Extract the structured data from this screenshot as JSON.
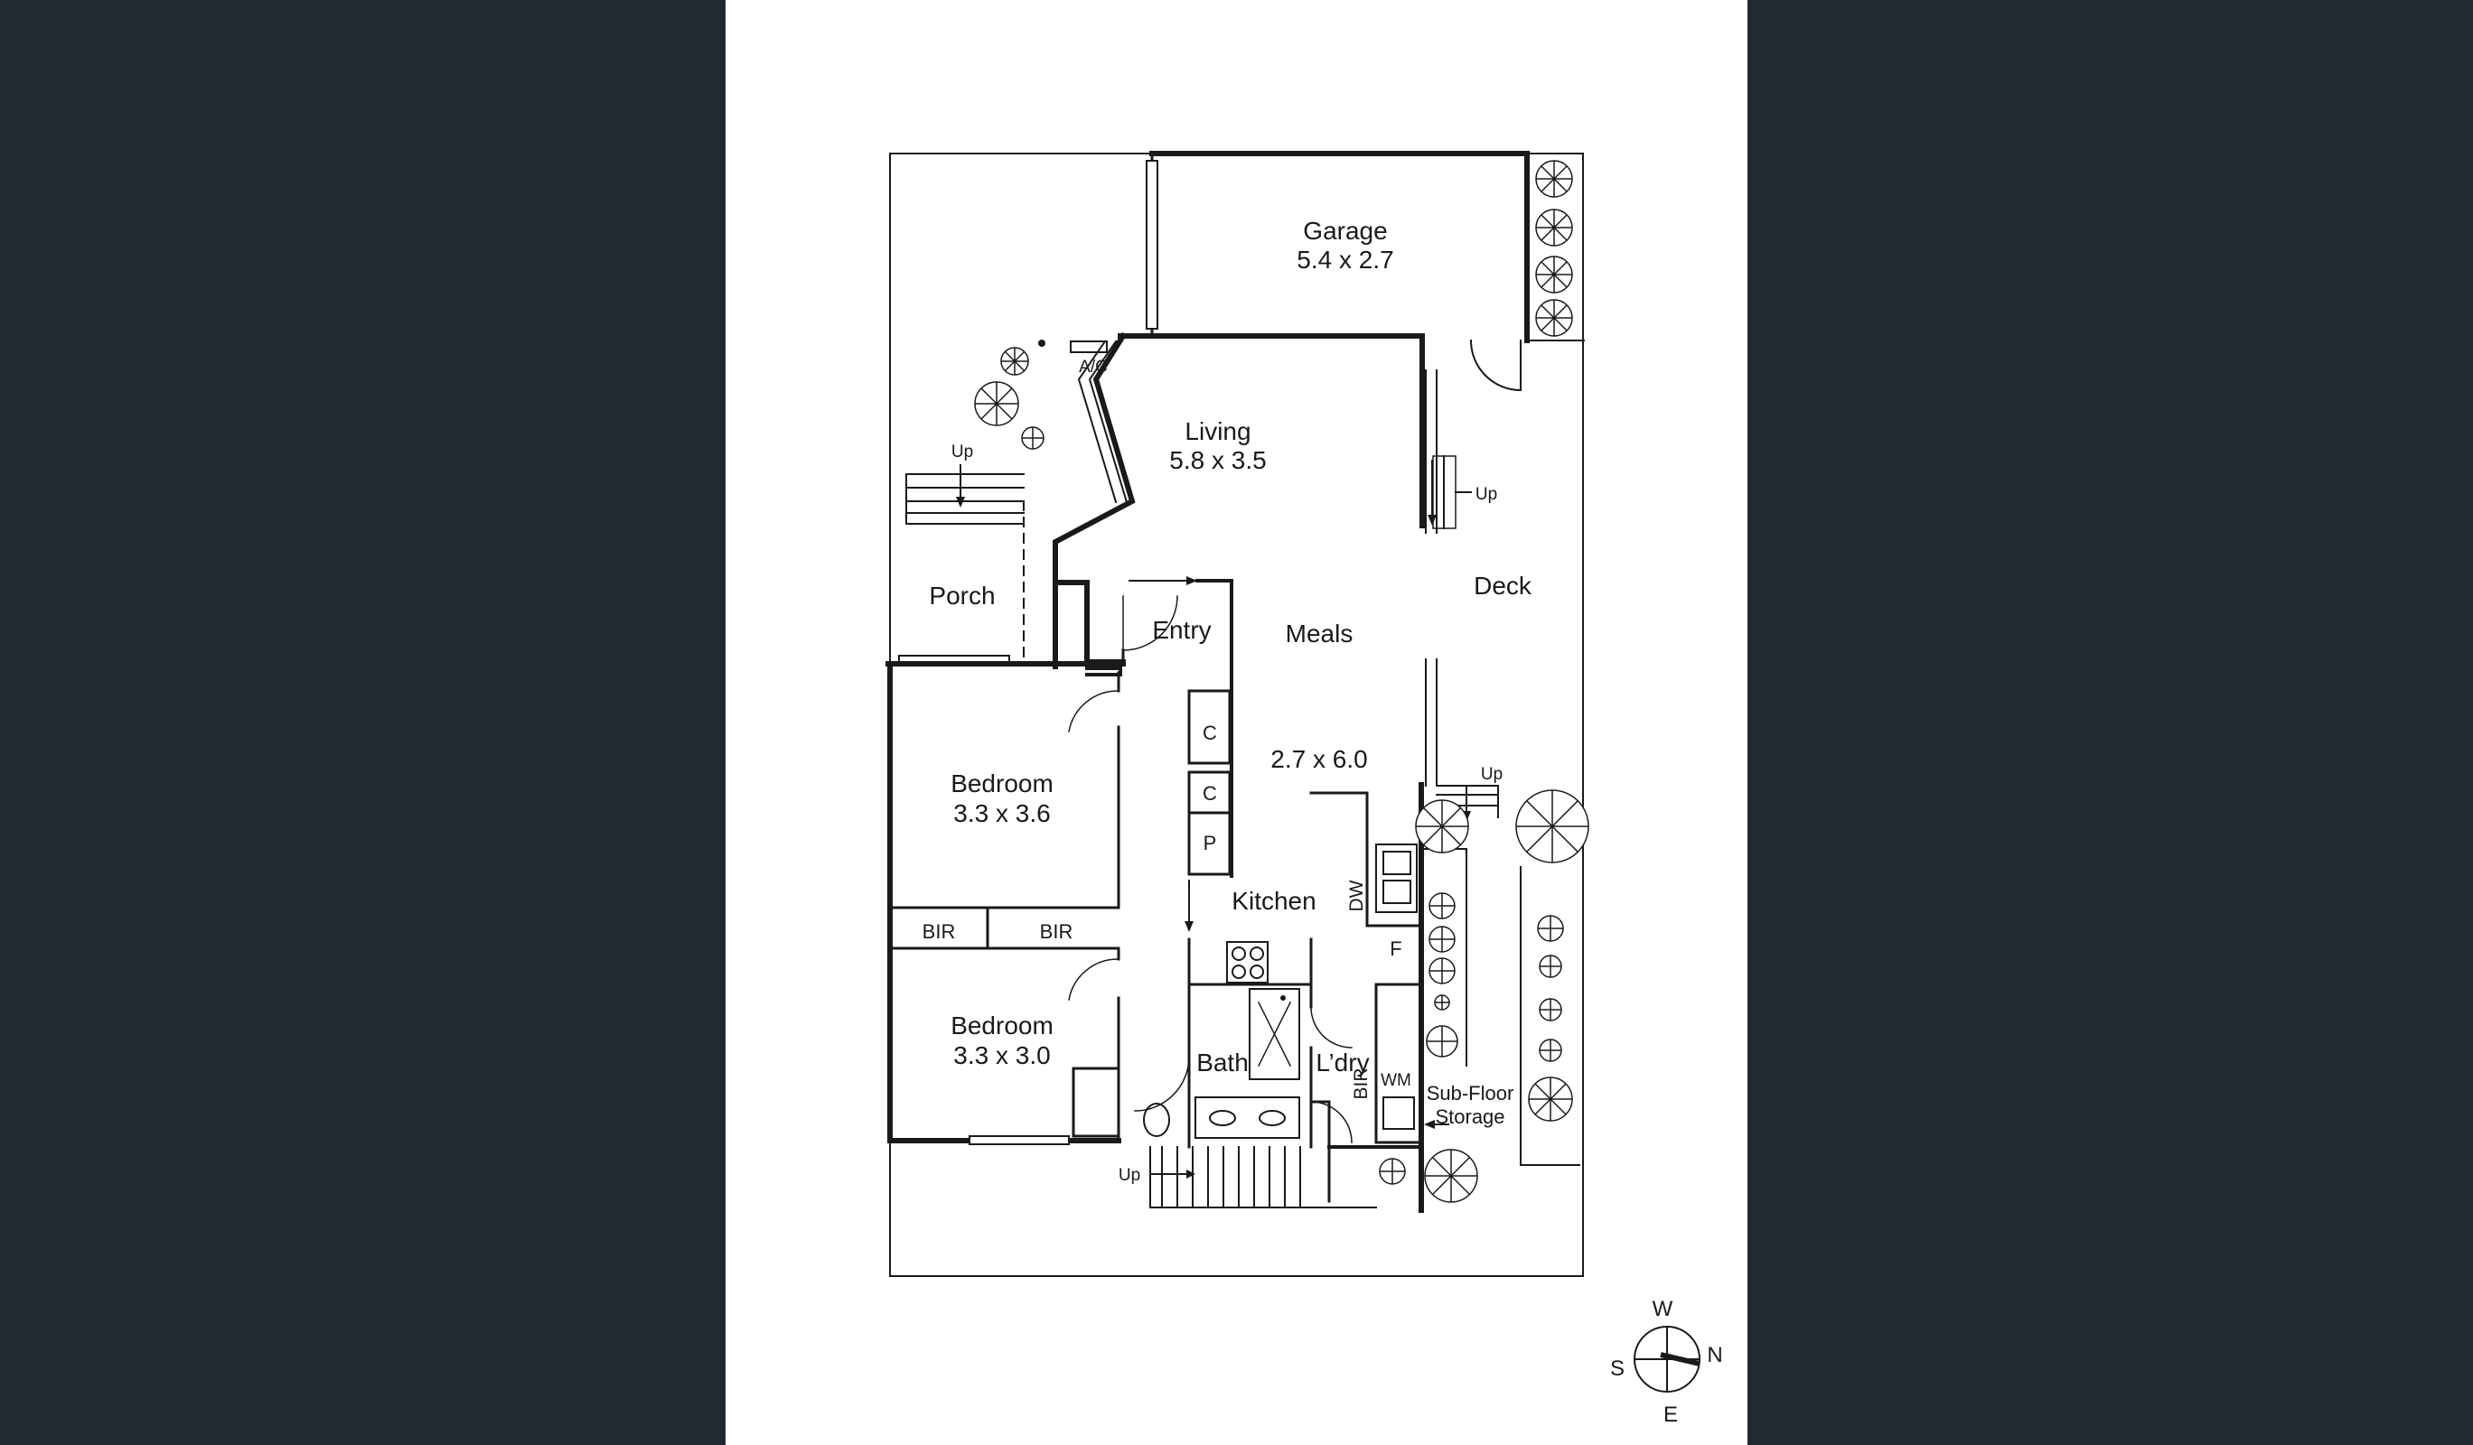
{
  "rooms": {
    "garage": {
      "name": "Garage",
      "size": "5.4 x 2.7"
    },
    "living": {
      "name": "Living",
      "size": "5.8 x 3.5"
    },
    "porch": {
      "name": "Porch"
    },
    "entry": {
      "name": "Entry"
    },
    "meals": {
      "name": "Meals",
      "size": "2.7 x 6.0"
    },
    "deck": {
      "name": "Deck"
    },
    "bedroom1": {
      "name": "Bedroom",
      "size": "3.3 x 3.6"
    },
    "bedroom2": {
      "name": "Bedroom",
      "size": "3.3 x 3.0"
    },
    "kitchen": {
      "name": "Kitchen"
    },
    "bath": {
      "name": "Bath"
    },
    "laundry": {
      "name": "L’dry"
    },
    "subfloor": {
      "line1": "Sub-Floor",
      "line2": "Storage"
    }
  },
  "fixtures": {
    "ac": "A/C",
    "cupboard1": "C",
    "cupboard2": "C",
    "pantry": "P",
    "bir1": "BIR",
    "bir2": "BIR",
    "bir3": "BIR",
    "dishwasher": "DW",
    "fridge": "F",
    "washing_machine": "WM"
  },
  "stairs": {
    "up_porch": "Up",
    "up_deck": "Up",
    "up_deck_lower": "Up",
    "up_rear": "Up"
  },
  "compass": {
    "w": "W",
    "s": "S",
    "n": "N",
    "e": "E"
  },
  "colors": {
    "background": "#212a33",
    "sheet": "#ffffff",
    "walls": "#1a1a1a"
  }
}
